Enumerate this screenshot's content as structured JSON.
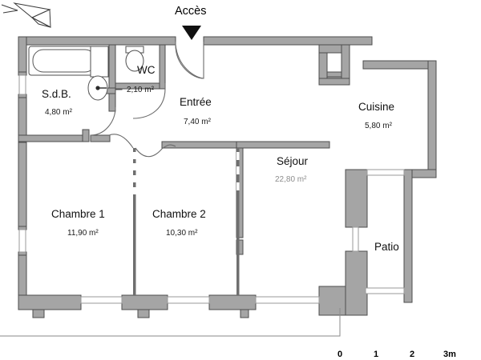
{
  "plan": {
    "access_label": "Accès",
    "north_arrow": "north-arrow-icon",
    "rooms": [
      {
        "id": "sdb",
        "name": "S.d.B.",
        "area": "4,80 m²",
        "faded": false
      },
      {
        "id": "wc",
        "name": "WC",
        "area": "2,10 m²",
        "faded": false
      },
      {
        "id": "entree",
        "name": "Entrée",
        "area": "7,40 m²",
        "faded": false
      },
      {
        "id": "cuisine",
        "name": "Cuisine",
        "area": "5,80 m²",
        "faded": false
      },
      {
        "id": "sejour",
        "name": "Séjour",
        "area": "22,80 m²",
        "faded": true
      },
      {
        "id": "chambre1",
        "name": "Chambre 1",
        "area": "11,90 m²",
        "faded": false
      },
      {
        "id": "chambre2",
        "name": "Chambre 2",
        "area": "10,30 m²",
        "faded": false
      },
      {
        "id": "patio",
        "name": "Patio",
        "area": "",
        "faded": false
      }
    ],
    "fixtures": [
      {
        "id": "bathtub",
        "name": "bathtub-icon"
      },
      {
        "id": "sink",
        "name": "sink-icon"
      },
      {
        "id": "toilet",
        "name": "toilet-icon"
      }
    ],
    "scale": {
      "ticks": [
        "0",
        "1",
        "2",
        "3m"
      ],
      "unit": "m"
    },
    "colors": {
      "wall_fill": "#a5a5a5",
      "wall_stroke": "#4d4d4d",
      "thin_wall": "#7a7a7a",
      "window_fill": "#ffffff",
      "door_swing": "#6b6b6b",
      "text": "#111111",
      "faded_text": "#8c8c8c",
      "background": "#ffffff"
    }
  }
}
